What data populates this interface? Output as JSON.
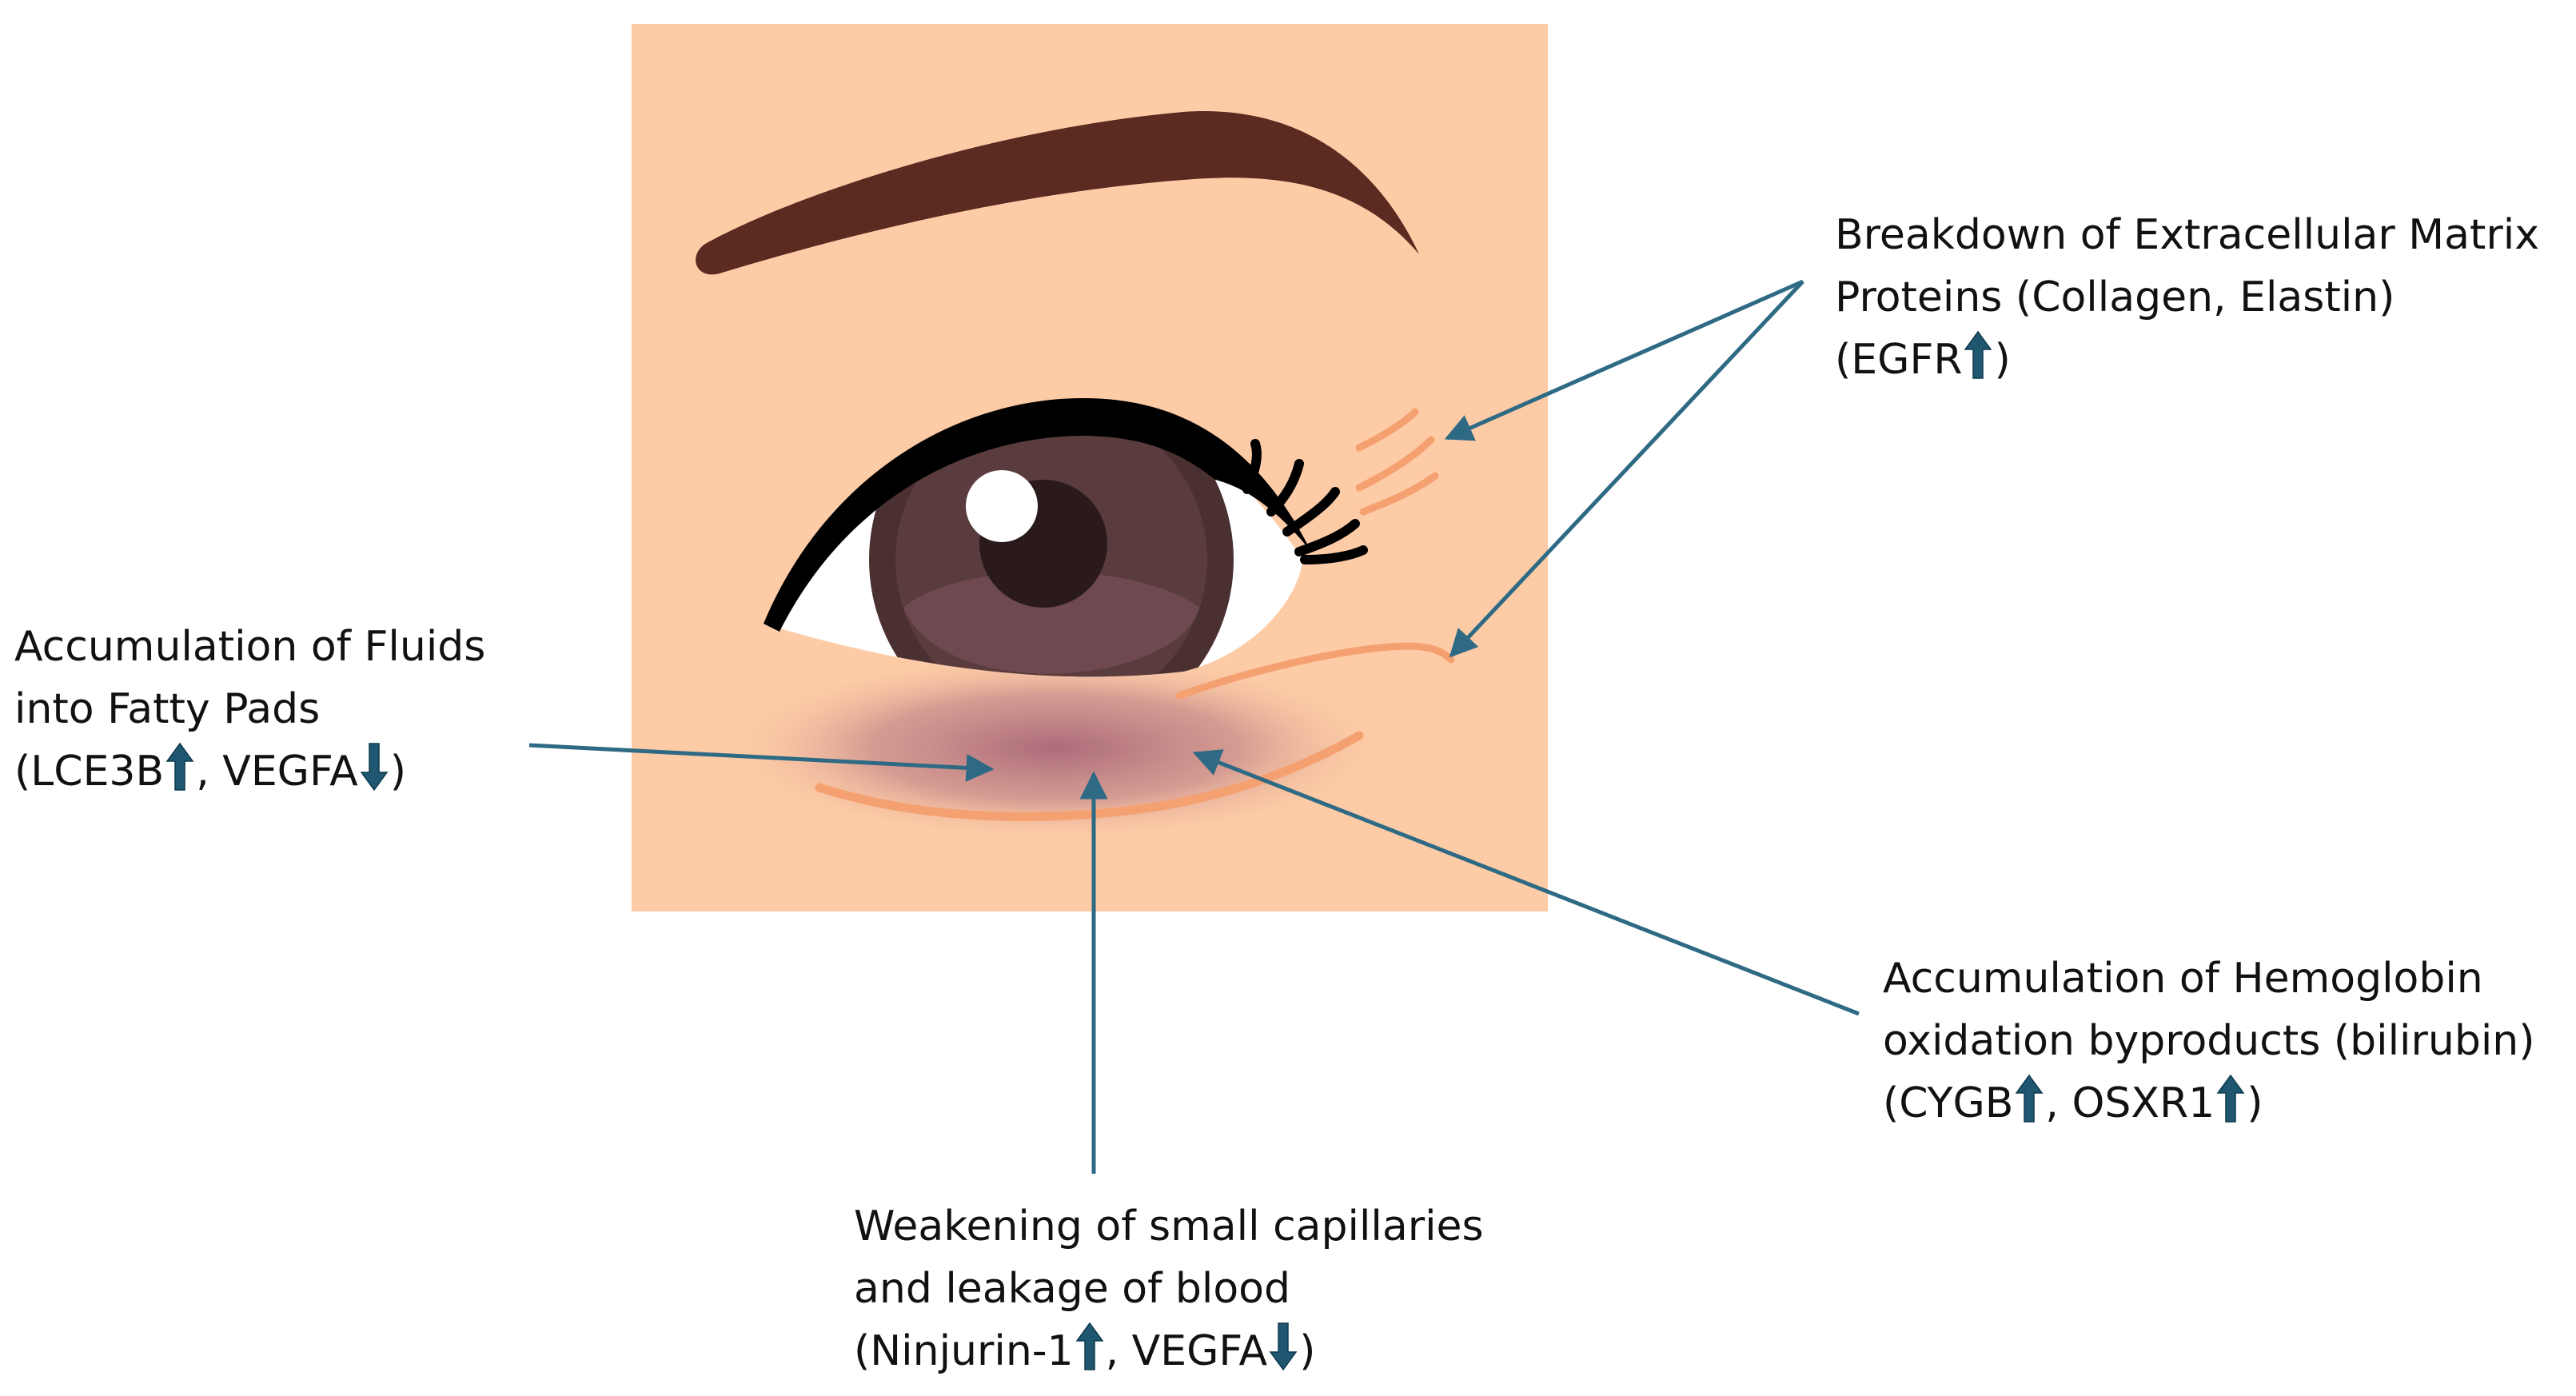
{
  "colors": {
    "skin": "#fdcba6",
    "brow": "#5b2a20",
    "iris_outer": "#5a3a3a",
    "iris_inner": "#3f2a2c",
    "pupil": "#2a1a1c",
    "lash": "#000000",
    "wrinkle": "#f5a070",
    "shadow": "#b06a7a",
    "connector": "#2e6a84",
    "indicator": "#1f5670"
  },
  "callouts": [
    {
      "id": "ecm",
      "lines": [
        "Breakdown of Extracellular Matrix",
        "Proteins (Collagen, Elastin)"
      ],
      "markers": [
        {
          "text": "(EGFR",
          "direction": "up"
        },
        {
          "text": ")"
        }
      ]
    },
    {
      "id": "fluids",
      "lines": [
        "Accumulation of Fluids",
        "into Fatty Pads"
      ],
      "markers": [
        {
          "text": "(LCE3B",
          "direction": "up"
        },
        {
          "text": ", VEGFA",
          "direction": "down"
        },
        {
          "text": ")"
        }
      ]
    },
    {
      "id": "hemoglobin",
      "lines": [
        "Accumulation of Hemoglobin",
        "oxidation byproducts (bilirubin)"
      ],
      "markers": [
        {
          "text": "(CYGB",
          "direction": "up"
        },
        {
          "text": ", OSXR1",
          "direction": "up"
        },
        {
          "text": ")"
        }
      ]
    },
    {
      "id": "capillaries",
      "lines": [
        "Weakening of small capillaries",
        "and leakage of blood"
      ],
      "markers": [
        {
          "text": "(Ninjurin-1",
          "direction": "up"
        },
        {
          "text": ", VEGFA",
          "direction": "down"
        },
        {
          "text": ")"
        }
      ]
    }
  ]
}
